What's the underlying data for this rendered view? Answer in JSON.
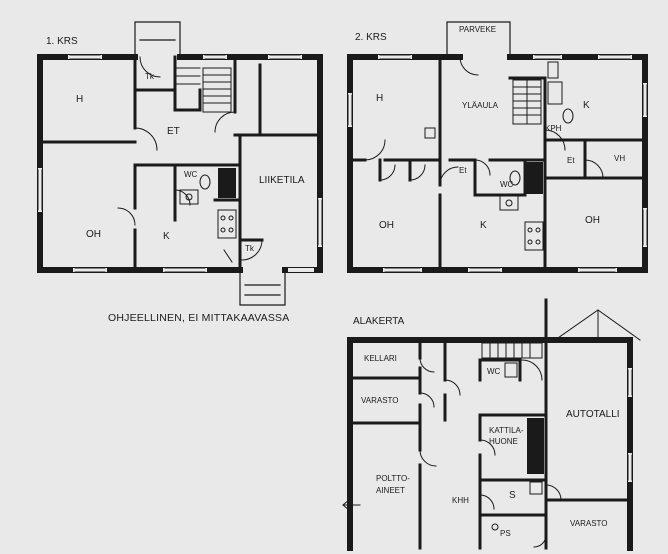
{
  "floors": {
    "first": {
      "title": "1. KRS",
      "rooms": {
        "h": "H",
        "tk_top": "Tk",
        "et": "ET",
        "wc": "WC",
        "liiketila": "LIIKETILA",
        "oh": "OH",
        "k": "K",
        "tk_bottom": "Tk"
      }
    },
    "second": {
      "title": "2. KRS",
      "rooms": {
        "parveke": "PARVEKE",
        "h": "H",
        "ylaaula": "YLÄAULA",
        "k_top": "K",
        "kph": "KPH",
        "et_right": "Et",
        "vh": "VH",
        "et_left": "Et",
        "wc": "WC",
        "oh_left": "OH",
        "k": "K",
        "oh_right": "OH"
      }
    },
    "basement": {
      "title": "ALAKERTA",
      "rooms": {
        "kellari": "KELLARI",
        "wc": "WC",
        "varasto_left": "VARASTO",
        "autotalli": "AUTOTALLI",
        "kattila_line1": "KATTILA-",
        "kattila_line2": "HUONE",
        "poltto_line1": "POLTTO-",
        "poltto_line2": "AINEET",
        "khh": "KHH",
        "s": "S",
        "ps": "PS",
        "varasto_right": "VARASTO"
      }
    }
  },
  "note": "OHJEELLINEN, EI MITTAKAAVASSA"
}
